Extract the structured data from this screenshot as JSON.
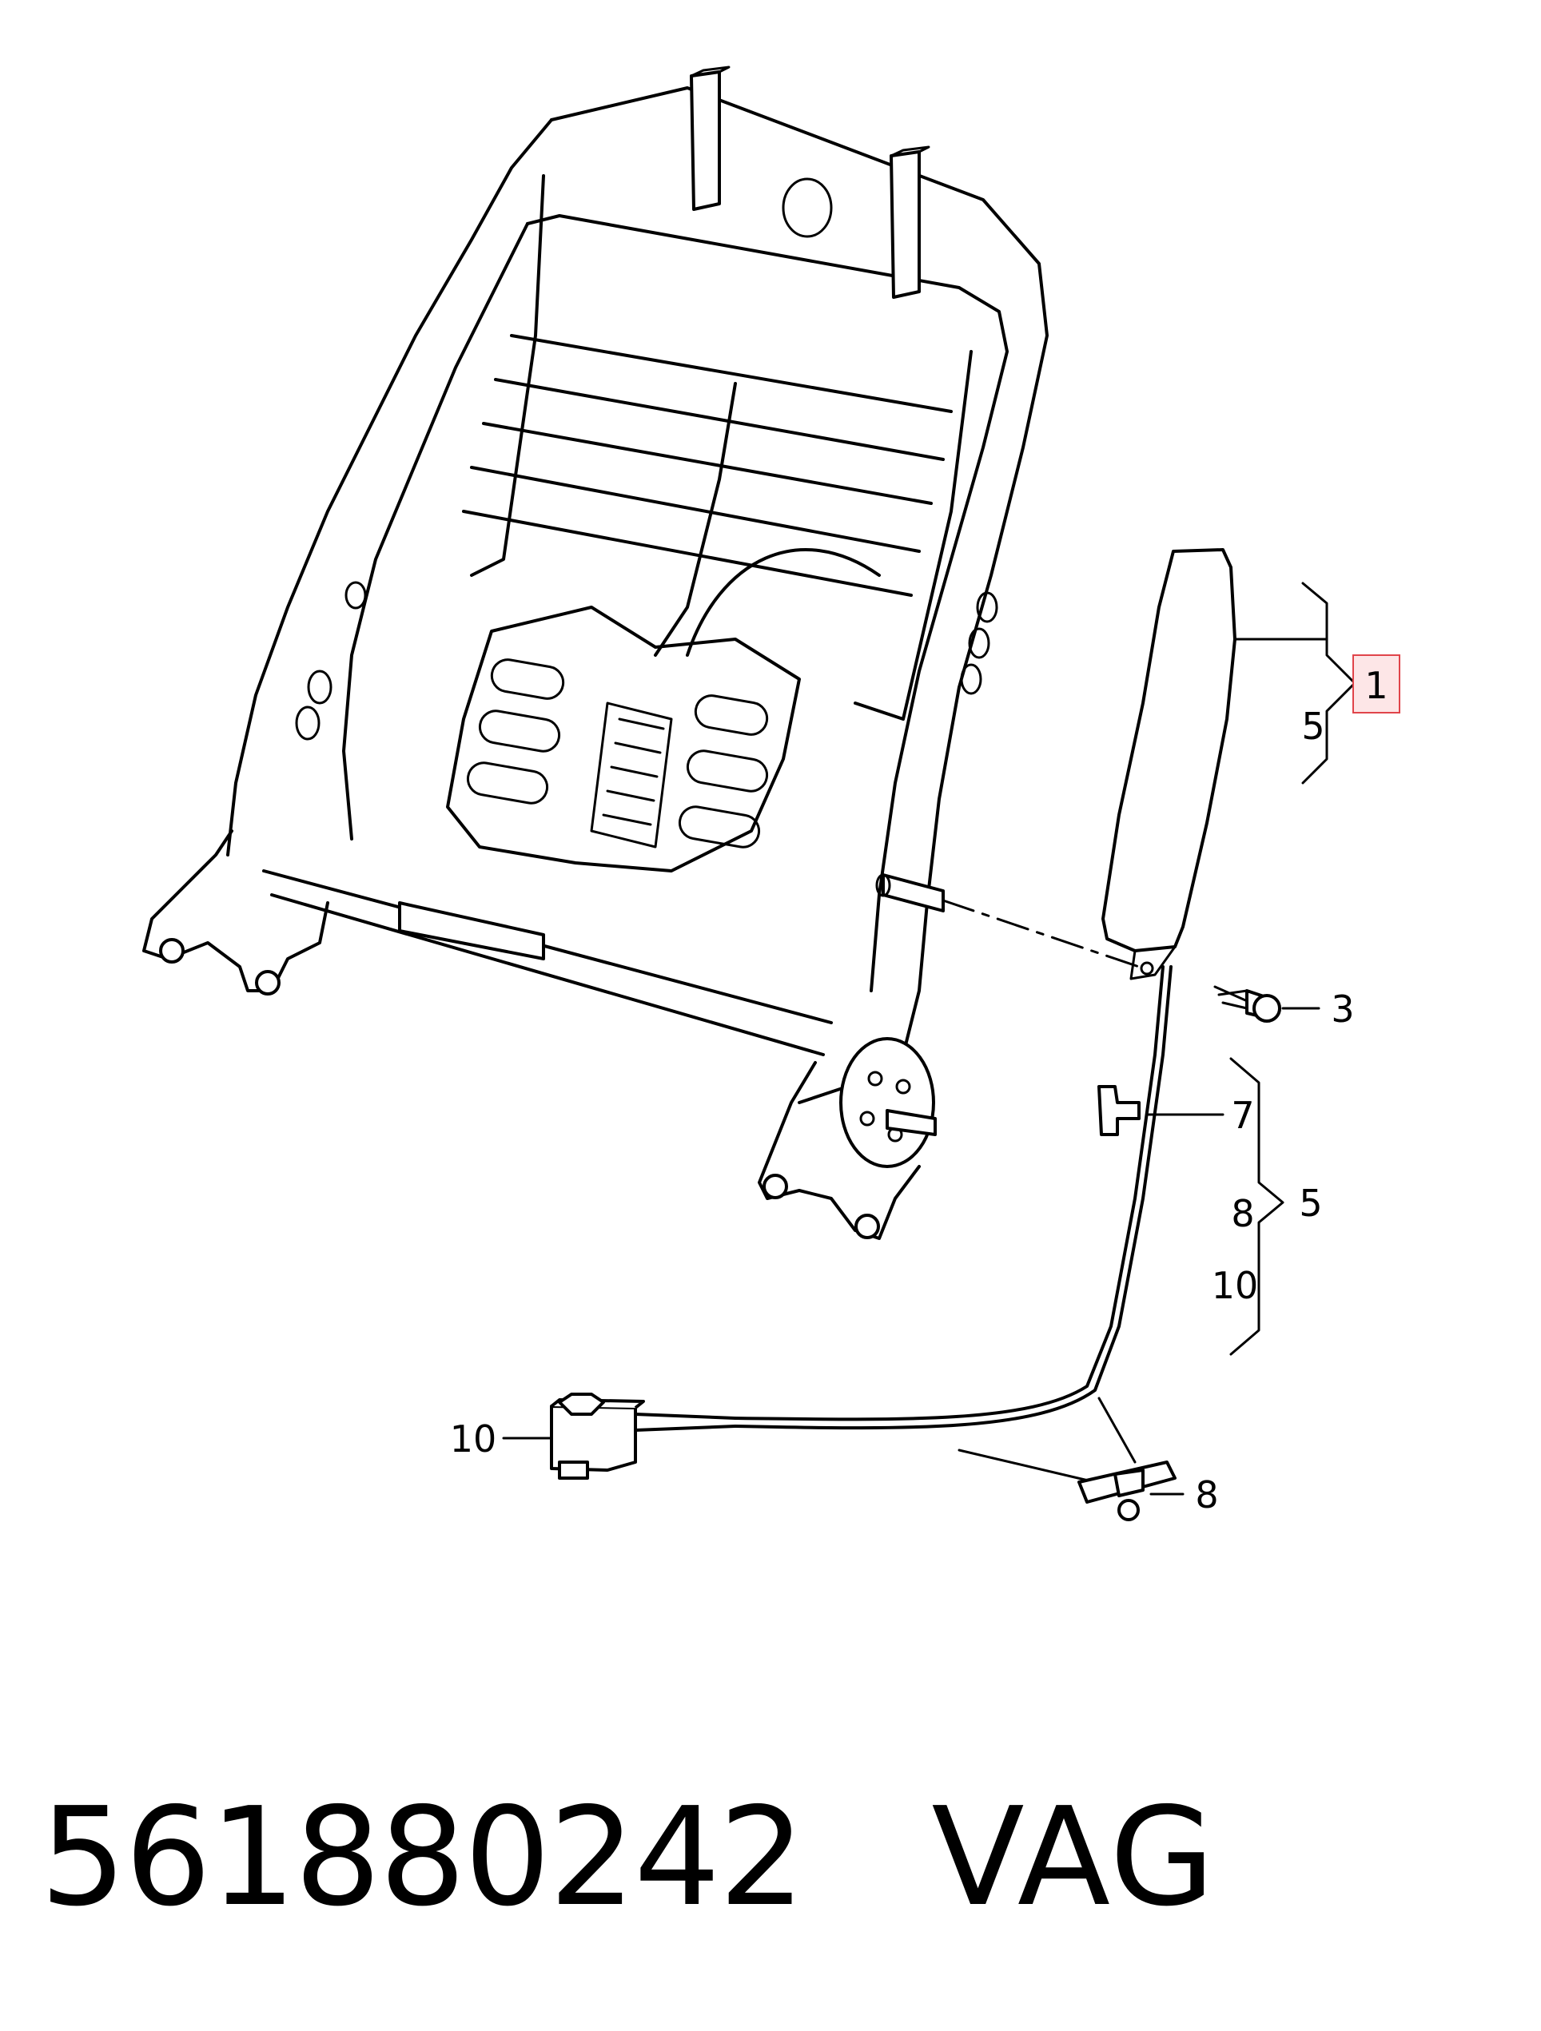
{
  "callouts": {
    "c1": "1",
    "c5_top": "5",
    "c3": "3",
    "c7": "7",
    "c8_group": "8",
    "c5_group": "5",
    "c10_group": "10",
    "c10_connector": "10",
    "c8_clip": "8"
  },
  "highlight_color": "#e0444a",
  "footer": {
    "part_number": "561880242",
    "brand": "VAG"
  }
}
